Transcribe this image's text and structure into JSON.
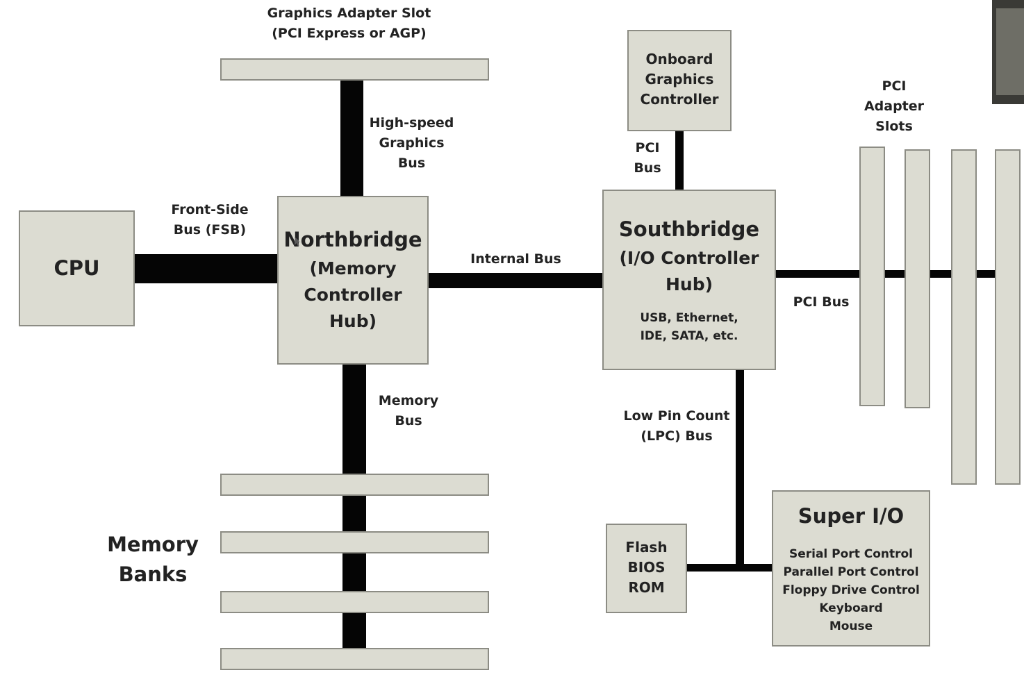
{
  "diagram": {
    "graphics_slot": {
      "label": "Graphics Adapter Slot\n(PCI Express or AGP)"
    },
    "high_speed_bus": {
      "label": "High-speed\nGraphics\nBus"
    },
    "cpu": {
      "label": "CPU"
    },
    "fsb": {
      "label": "Front-Side\nBus (FSB)"
    },
    "northbridge": {
      "title": "Northbridge",
      "subtitle": "(Memory\nController\nHub)"
    },
    "internal_bus": {
      "label": "Internal Bus"
    },
    "southbridge": {
      "title": "Southbridge",
      "subtitle": "(I/O Controller\nHub)",
      "details": "USB, Ethernet,\nIDE, SATA, etc."
    },
    "onboard_graphics": {
      "label": "Onboard\nGraphics\nController"
    },
    "pci_bus_vertical": {
      "label": "PCI\nBus"
    },
    "pci_adapter_slots": {
      "label": "PCI\nAdapter\nSlots"
    },
    "pci_bus_horizontal": {
      "label": "PCI Bus"
    },
    "memory_bus": {
      "label": "Memory\nBus"
    },
    "memory_banks": {
      "label": "Memory\nBanks"
    },
    "lpc_bus": {
      "label": "Low Pin Count\n(LPC) Bus"
    },
    "flash_bios": {
      "label": "Flash\nBIOS\nROM"
    },
    "super_io": {
      "title": "Super I/O",
      "details": "Serial Port Control\nParallel Port Control\nFloppy Drive Control\nKeyboard\nMouse"
    }
  },
  "colors": {
    "box_fill": "#dcdcd2",
    "box_border": "#8c8c84",
    "bus": "#050505",
    "background": "#ffffff"
  }
}
